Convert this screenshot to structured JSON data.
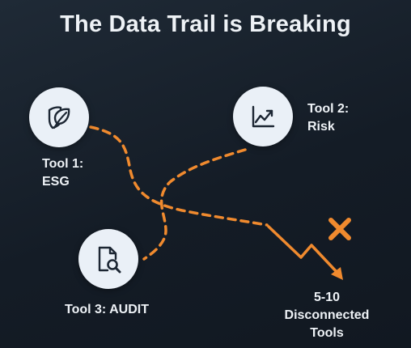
{
  "title": "The Data Trail is Breaking",
  "tools": [
    {
      "line1": "Tool 1:",
      "line2": "ESG",
      "icon": "leaf-shield-icon"
    },
    {
      "line1": "Tool 2:",
      "line2": "Risk",
      "icon": "trend-chart-icon"
    },
    {
      "line1": "Tool 3: AUDIT",
      "icon": "document-search-icon"
    }
  ],
  "result": {
    "line1": "5-10",
    "line2": "Disconnected",
    "line3": "Tools"
  },
  "colors": {
    "accent_orange": "#f08a2e",
    "node_fill": "#eaf0f7",
    "icon_stroke": "#1c2633",
    "text": "#eef2f6"
  },
  "icons": {
    "break": "x-mark-icon",
    "flow": "arrow-down-right-icon"
  }
}
